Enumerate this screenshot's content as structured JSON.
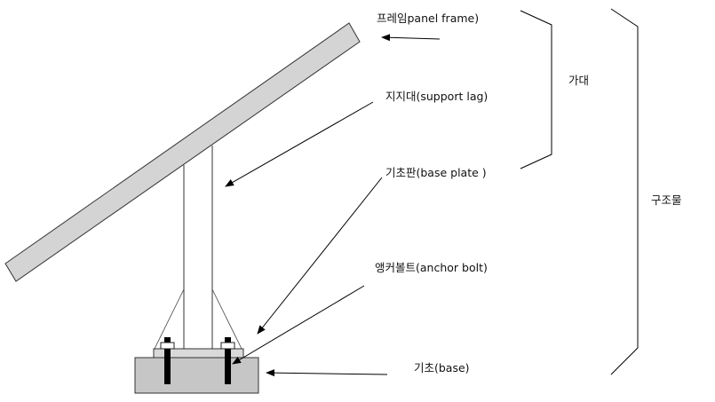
{
  "labels": {
    "panel_frame": "프레임panel frame)",
    "support_lag": "지지대(support lag)",
    "base_plate": "기초판(base plate )",
    "anchor_bolt": "앵커볼트(anchor bolt)",
    "base": "기초(base)",
    "gadae": "가대",
    "structure": "구조물"
  },
  "colors": {
    "panel_fill": "#d4d4d4",
    "base_fill": "#c6c6c6",
    "plate_fill": "#d9d9d9",
    "bolt_fill": "#000000",
    "line": "#222222"
  }
}
